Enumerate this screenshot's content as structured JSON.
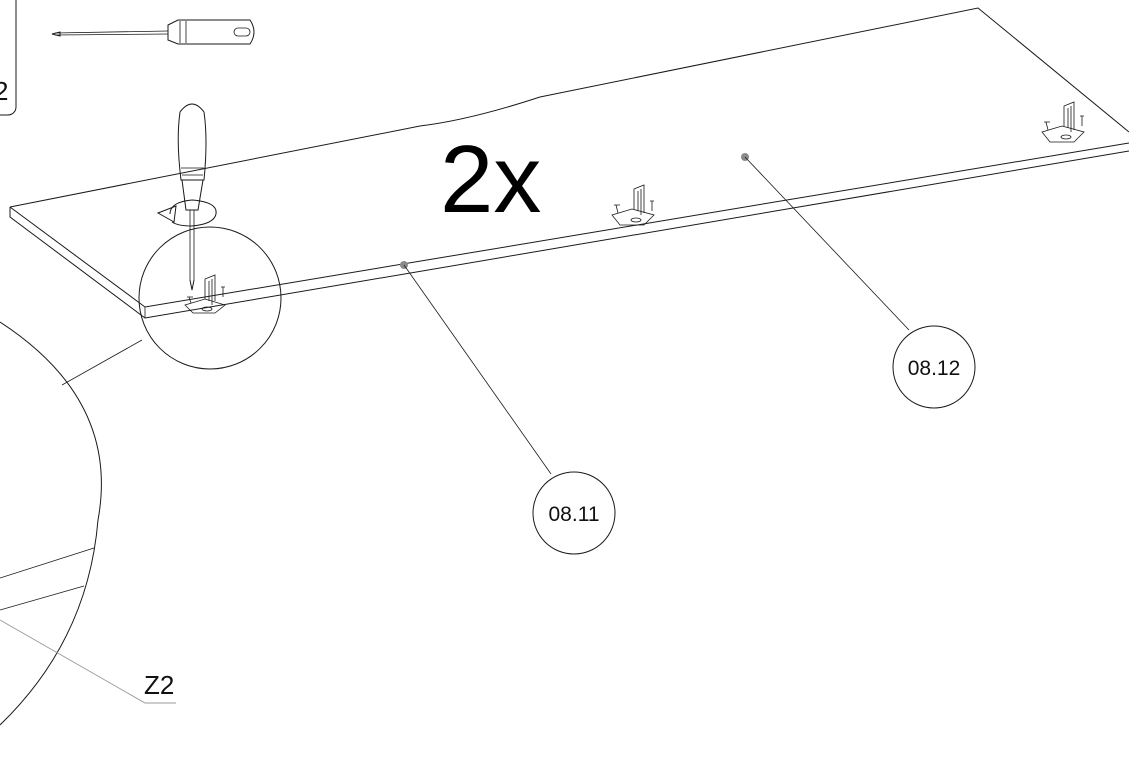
{
  "quantity": "2x",
  "step_badge": "2",
  "detail_label": "Z2",
  "parts": [
    {
      "label": "08.11"
    },
    {
      "label": "08.12"
    }
  ],
  "tool": "screwdriver-icon",
  "colors": {
    "line": "#1a1a1a",
    "leader_grey": "#9a9a9a",
    "part_dot": "#8a8a8a"
  }
}
